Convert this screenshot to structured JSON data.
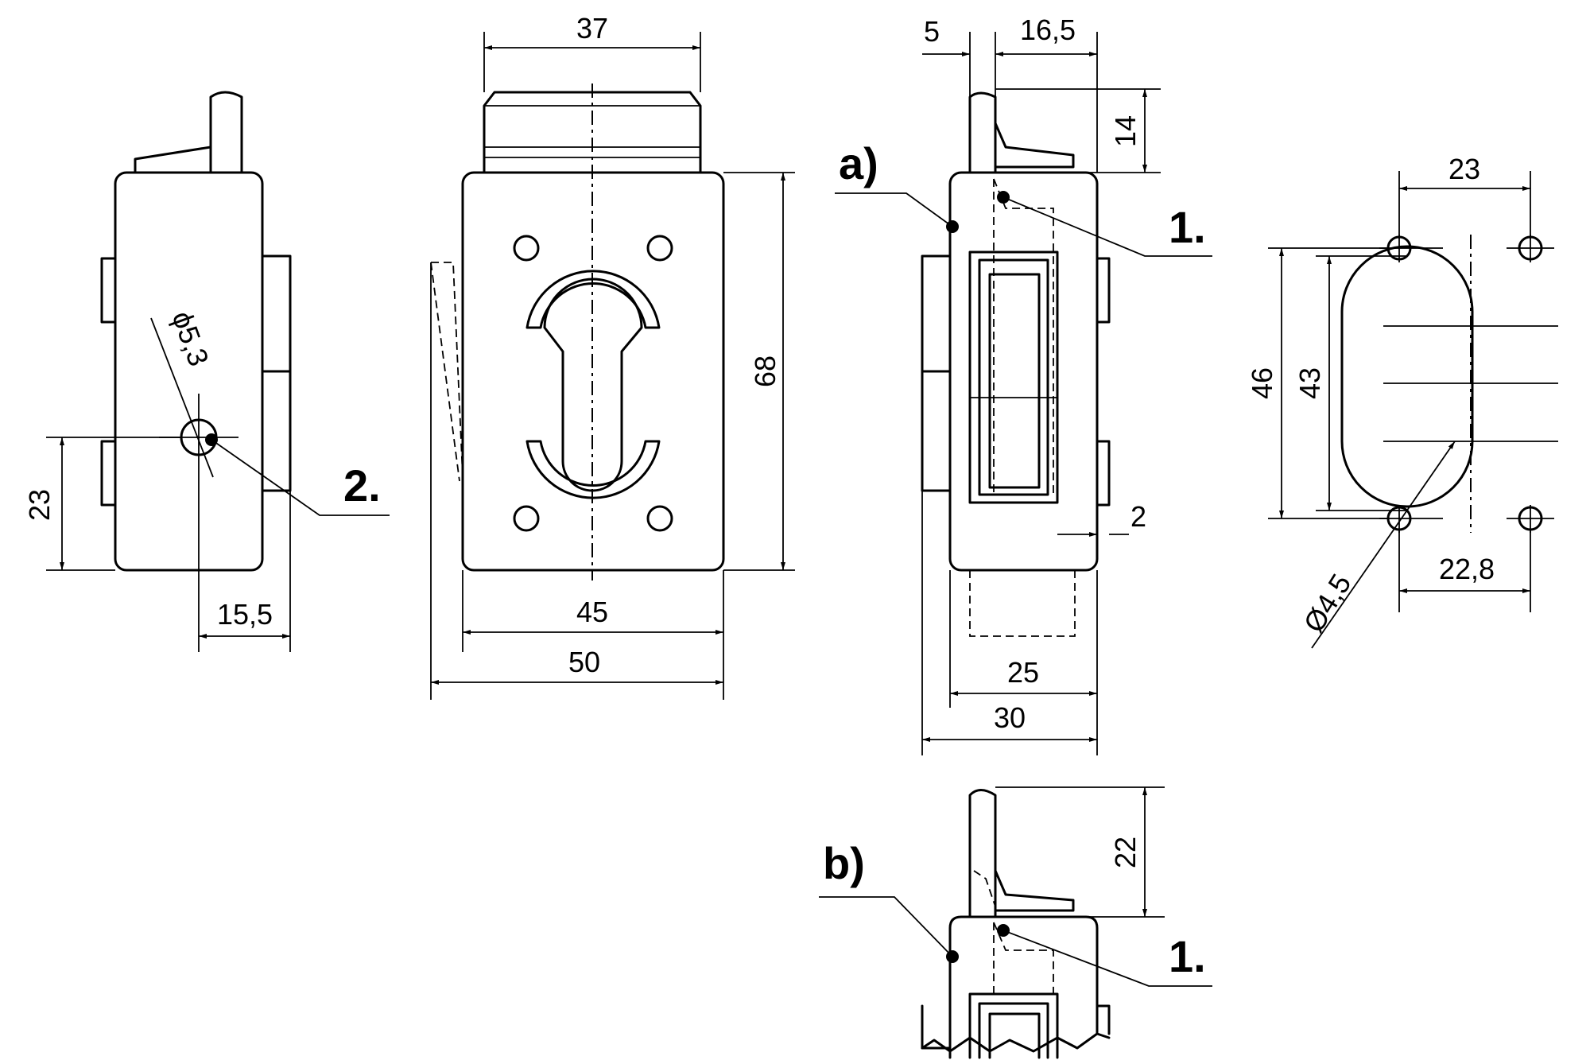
{
  "dimensions": {
    "d37": "37",
    "d68": "68",
    "d45": "45",
    "d50": "50",
    "d23_left": "23",
    "d15_5": "15,5",
    "d5_3": "ϕ5,3",
    "d5": "5",
    "d16_5": "16,5",
    "d14": "14",
    "d2": "2",
    "d25": "25",
    "d30": "30",
    "d22": "22",
    "d23_top": "23",
    "d46": "46",
    "d43": "43",
    "d22_8": "22,8",
    "d4_5": "Ø4,5"
  },
  "labels": {
    "a": "a)",
    "b": "b)",
    "one_a": "1.",
    "one_b": "1.",
    "two": "2."
  }
}
